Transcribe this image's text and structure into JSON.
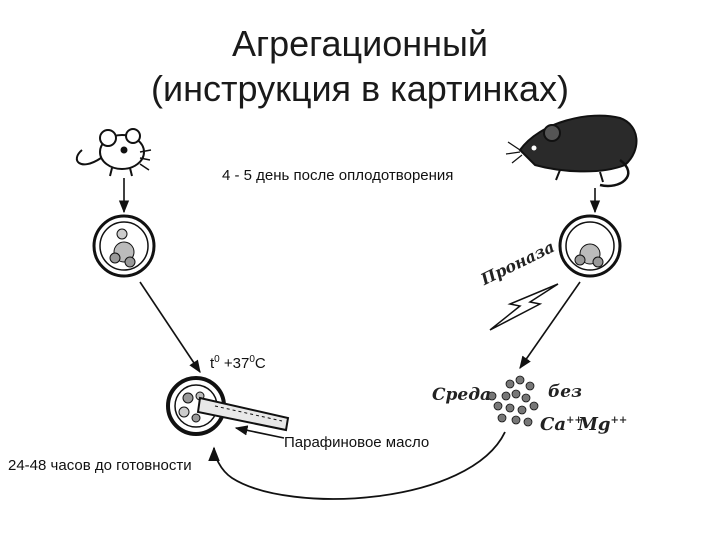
{
  "title": {
    "line1": "Агрегационный",
    "line2": "(инструкция в картинках)"
  },
  "labels": {
    "day": "4 - 5 день после оплодотворения",
    "temperature_t": "t",
    "temperature_deg1": "0",
    "temperature_mid": " +37",
    "temperature_deg2": "0",
    "temperature_unit": "С",
    "oil": "Парафиновое масло",
    "hours": "24-48 часов до готовности",
    "pronase": "Проназа",
    "medium": "Среда",
    "without": "без",
    "ca": "Ca",
    "ca_charge": "++",
    "mg": "Mg",
    "mg_charge": "++"
  },
  "icons": {
    "left_animal": "white-mouse-icon",
    "right_animal": "dark-mouse-icon"
  }
}
